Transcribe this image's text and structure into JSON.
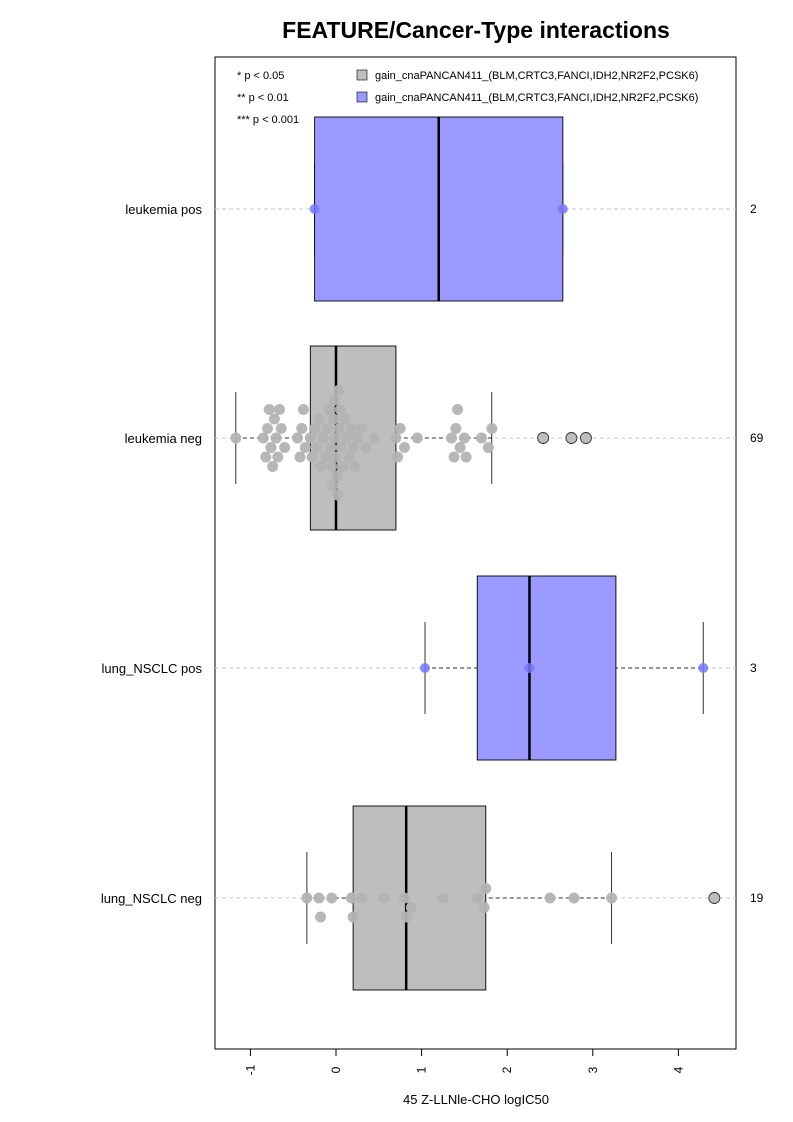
{
  "chart_data": {
    "type": "boxplot",
    "title": "FEATURE/Cancer-Type interactions",
    "xlabel": "45 Z-LLNle-CHO logIC50",
    "xlim": [
      -1.4,
      4.65
    ],
    "xticks": [
      -1,
      0,
      1,
      2,
      3,
      4
    ],
    "xtick_labels": [
      "-1",
      "0",
      "1",
      "2",
      "3",
      "4"
    ],
    "grid": "horizontal dashed lines per category",
    "significance_legend": [
      "* p < 0.05",
      "** p < 0.01",
      "*** p < 0.001"
    ],
    "legend": [
      {
        "label": "gain_cnaPANCAN411_(BLM,CRTC3,FANCI,IDH2,NR2F2,PCSK6)",
        "color": "#bebebe"
      },
      {
        "label": "gain_cnaPANCAN411_(BLM,CRTC3,FANCI,IDH2,NR2F2,PCSK6)",
        "color": "#9999ff"
      }
    ],
    "legend_position": "top",
    "colors": {
      "neg_box": "#bebebe",
      "pos_box": "#9999ff",
      "neg_point": "#b3b3b3",
      "pos_point": "#7777ff"
    },
    "categories": [
      {
        "label": "leukemia pos",
        "n": "2",
        "group": "pos",
        "q1": -0.25,
        "median": 1.2,
        "q3": 2.65,
        "whisker_low": -0.25,
        "whisker_high": 2.65,
        "points": [
          -0.25,
          2.65
        ],
        "outliers": []
      },
      {
        "label": "leukemia neg",
        "n": "69",
        "group": "neg",
        "q1": -0.3,
        "median": 0.0,
        "q3": 0.7,
        "whisker_low": -1.17,
        "whisker_high": 1.82,
        "points": [
          -1.17,
          -0.85,
          -0.82,
          -0.8,
          -0.78,
          -0.76,
          -0.74,
          -0.72,
          -0.7,
          -0.68,
          -0.66,
          -0.64,
          -0.6,
          -0.45,
          -0.42,
          -0.4,
          -0.38,
          -0.36,
          -0.3,
          -0.28,
          -0.25,
          -0.22,
          -0.2,
          -0.18,
          -0.15,
          -0.12,
          -0.1,
          -0.08,
          -0.06,
          -0.05,
          -0.04,
          -0.03,
          -0.02,
          -0.01,
          0.0,
          0.01,
          0.02,
          0.03,
          0.04,
          0.05,
          0.06,
          0.08,
          0.1,
          0.12,
          0.15,
          0.18,
          0.2,
          0.22,
          0.25,
          0.3,
          0.35,
          0.45,
          0.7,
          0.72,
          0.75,
          0.8,
          0.95,
          1.35,
          1.38,
          1.4,
          1.42,
          1.45,
          1.5,
          1.52,
          1.7,
          1.78,
          1.82
        ],
        "outliers": [
          2.42,
          2.75,
          2.92
        ]
      },
      {
        "label": "lung_NSCLC pos",
        "n": "3",
        "group": "pos",
        "q1": 1.65,
        "median": 2.26,
        "q3": 3.27,
        "whisker_low": 1.04,
        "whisker_high": 4.29,
        "points": [
          1.04,
          2.26,
          4.29
        ],
        "outliers": []
      },
      {
        "label": "lung_NSCLC neg",
        "n": "19",
        "group": "neg",
        "q1": 0.2,
        "median": 0.82,
        "q3": 1.75,
        "whisker_low": -0.34,
        "whisker_high": 3.22,
        "points": [
          -0.34,
          -0.2,
          -0.18,
          -0.05,
          0.18,
          0.2,
          0.3,
          0.56,
          0.8,
          0.82,
          0.88,
          1.25,
          1.65,
          1.73,
          1.75,
          2.5,
          2.78,
          3.22
        ],
        "outliers": [
          4.42
        ]
      }
    ]
  }
}
